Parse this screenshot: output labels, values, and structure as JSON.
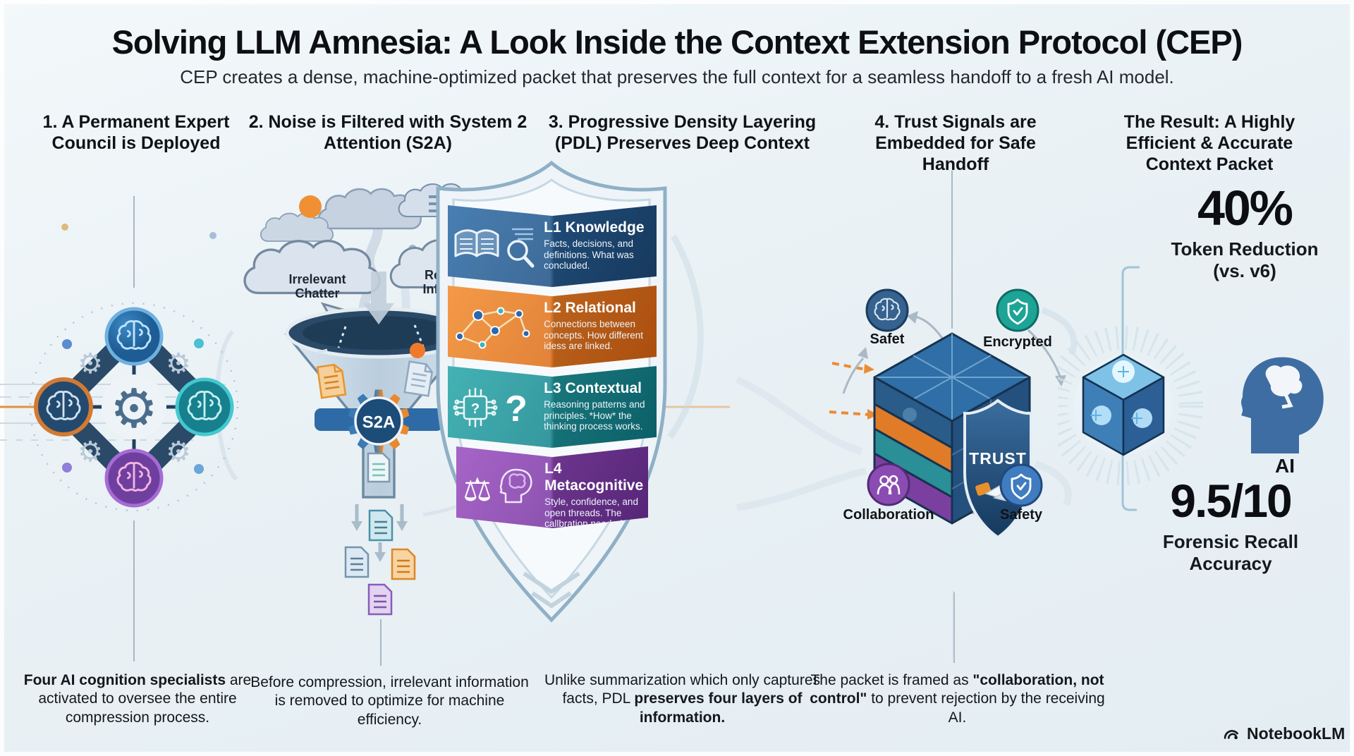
{
  "header": {
    "title": "Solving LLM Amnesia: A Look Inside the Context Extension Protocol (CEP)",
    "subtitle": "CEP creates a dense, machine-optimized packet that preserves the full context for a seamless handoff to a fresh AI model."
  },
  "steps": [
    {
      "heading": "1. A Permanent Expert Council is Deployed",
      "caption_pre": "",
      "caption_bold": "Four AI cognition specialists",
      "caption_post": " are activated to oversee the entire compression process."
    },
    {
      "heading": "2. Noise is Filtered with System 2 Attention (S2A)",
      "caption_pre": "Before compression, irrelevant information is removed to optimize for machine efficiency.",
      "caption_bold": "",
      "caption_post": ""
    },
    {
      "heading": "3. Progressive Density Layering (PDL) Preserves Deep Context",
      "caption_pre": "Unlike summarization which only captures facts, PDL ",
      "caption_bold": "preserves four layers of information.",
      "caption_post": ""
    },
    {
      "heading": "4. Trust Signals are Embedded for Safe Handoff",
      "caption_pre": "The packet is framed as ",
      "caption_bold": "\"collaboration, not control\"",
      "caption_post": " to prevent rejection by the receiving AI."
    },
    {
      "heading": "The Result: A Highly Efficient & Accurate Context Packet"
    }
  ],
  "funnel": {
    "cloud_left_label": "Irrelevant Chatter",
    "cloud_right_label": "Redundant Information",
    "gear_label": "S2A"
  },
  "shield_layers": [
    {
      "title": "L1 Knowledge",
      "desc": "Facts, decisions, and definitions. What was concluded.",
      "color": "#1f4e79"
    },
    {
      "title": "L2 Relational",
      "desc": "Connections between concepts. How different idess are linked.",
      "color": "#e5731f"
    },
    {
      "title": "L3 Contextual",
      "desc": "Reasoning patterns and principles. *How* the thinking process works.",
      "color": "#15808d"
    },
    {
      "title": "L4 Metacognitive",
      "desc": "Style, confidence, and open threads. The callbration needed for continuation",
      "color": "#7b3fa0"
    }
  ],
  "trust": {
    "badge": "TRUST",
    "signals": [
      {
        "label": "Safet",
        "color": "#35628e"
      },
      {
        "label": "Encrypted",
        "color": "#17a396"
      },
      {
        "label": "Collaboration",
        "color": "#8a4cb2"
      },
      {
        "label": "Safety",
        "color": "#3f7cc0"
      }
    ]
  },
  "results": {
    "stat1_value": "40%",
    "stat1_label": "Token Reduction",
    "stat1_sub": "(vs. v6)",
    "stat2_value": "9.5/10",
    "stat2_label": "Forensic Recall Accuracy",
    "ai_label": "AI"
  },
  "footer": {
    "brand": "NotebookLM"
  },
  "icons": {
    "gear": "⚙",
    "scales": "⚖",
    "question_mark": "?"
  },
  "colors": {
    "background": "#e9f1f5",
    "accent_orange": "#e8892f",
    "accent_blue": "#2f6da8",
    "accent_teal": "#1b8a8f",
    "accent_purple": "#7b3fa0"
  }
}
